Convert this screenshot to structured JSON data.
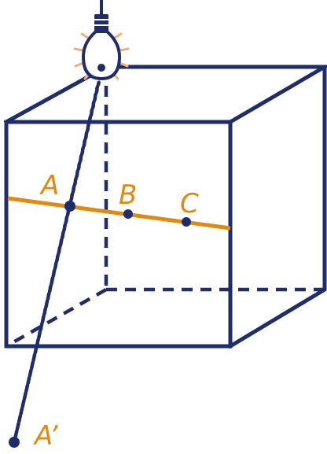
{
  "colors": {
    "cube": "#1f2d6b",
    "line": "#e08a12",
    "glow": "#f0b078"
  },
  "icon": "light-bulb-icon",
  "labels": {
    "a": "A",
    "b": "B",
    "c": "C",
    "a_prime": "A’"
  }
}
